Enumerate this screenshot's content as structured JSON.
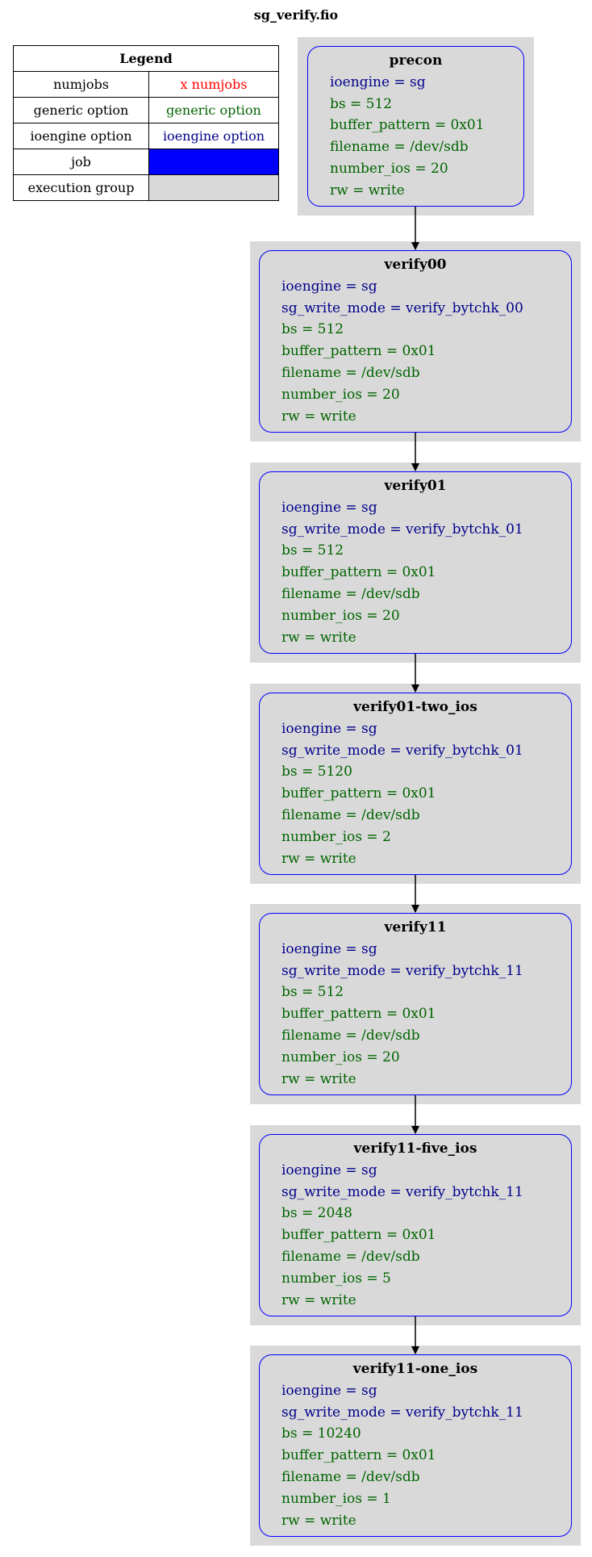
{
  "title": "sg_verify.fio",
  "legend": {
    "title": "Legend",
    "rows": [
      {
        "name": "numjobs",
        "sample": "x numjobs",
        "sample_color": "#ff0000"
      },
      {
        "name": "generic option",
        "sample": "generic option",
        "sample_color": "#006400"
      },
      {
        "name": "ioengine option",
        "sample": "ioengine option",
        "sample_color": "#00008b"
      },
      {
        "name": "job",
        "sample": "",
        "swatch_color": "#0000ff"
      },
      {
        "name": "execution group",
        "sample": "",
        "swatch_color": "#d9d9d9"
      }
    ]
  },
  "colors": {
    "job_border": "#0000ff",
    "group_fill": "#d9d9d9",
    "ioengine_option": "#00008b",
    "generic_option": "#006400",
    "numjobs": "#ff0000",
    "edge": "#000000"
  },
  "jobs": [
    {
      "name": "precon",
      "ioengine_options": [
        "ioengine = sg"
      ],
      "generic_options": [
        "bs = 512",
        "buffer_pattern = 0x01",
        "filename = /dev/sdb",
        "number_ios = 20",
        "rw = write"
      ]
    },
    {
      "name": "verify00",
      "ioengine_options": [
        "ioengine = sg",
        "sg_write_mode = verify_bytchk_00"
      ],
      "generic_options": [
        "bs = 512",
        "buffer_pattern = 0x01",
        "filename = /dev/sdb",
        "number_ios = 20",
        "rw = write"
      ]
    },
    {
      "name": "verify01",
      "ioengine_options": [
        "ioengine = sg",
        "sg_write_mode = verify_bytchk_01"
      ],
      "generic_options": [
        "bs = 512",
        "buffer_pattern = 0x01",
        "filename = /dev/sdb",
        "number_ios = 20",
        "rw = write"
      ]
    },
    {
      "name": "verify01-two_ios",
      "ioengine_options": [
        "ioengine = sg",
        "sg_write_mode = verify_bytchk_01"
      ],
      "generic_options": [
        "bs = 5120",
        "buffer_pattern = 0x01",
        "filename = /dev/sdb",
        "number_ios = 2",
        "rw = write"
      ]
    },
    {
      "name": "verify11",
      "ioengine_options": [
        "ioengine = sg",
        "sg_write_mode = verify_bytchk_11"
      ],
      "generic_options": [
        "bs = 512",
        "buffer_pattern = 0x01",
        "filename = /dev/sdb",
        "number_ios = 20",
        "rw = write"
      ]
    },
    {
      "name": "verify11-five_ios",
      "ioengine_options": [
        "ioengine = sg",
        "sg_write_mode = verify_bytchk_11"
      ],
      "generic_options": [
        "bs = 2048",
        "buffer_pattern = 0x01",
        "filename = /dev/sdb",
        "number_ios = 5",
        "rw = write"
      ]
    },
    {
      "name": "verify11-one_ios",
      "ioengine_options": [
        "ioengine = sg",
        "sg_write_mode = verify_bytchk_11"
      ],
      "generic_options": [
        "bs = 10240",
        "buffer_pattern = 0x01",
        "filename = /dev/sdb",
        "number_ios = 1",
        "rw = write"
      ]
    }
  ],
  "edges": [
    {
      "from": "precon",
      "to": "verify00"
    },
    {
      "from": "verify00",
      "to": "verify01"
    },
    {
      "from": "verify01",
      "to": "verify01-two_ios"
    },
    {
      "from": "verify01-two_ios",
      "to": "verify11"
    },
    {
      "from": "verify11",
      "to": "verify11-five_ios"
    },
    {
      "from": "verify11-five_ios",
      "to": "verify11-one_ios"
    }
  ]
}
